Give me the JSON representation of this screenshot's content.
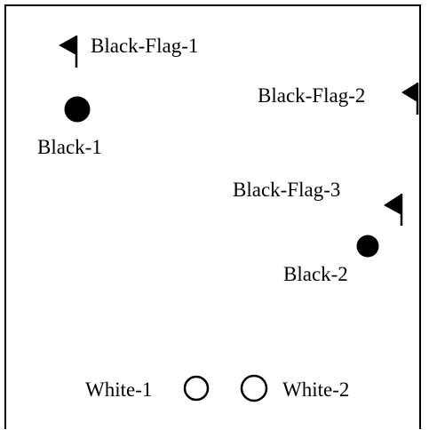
{
  "diagram": {
    "colors": {
      "ink": "#000000",
      "background": "#ffffff"
    },
    "items": [
      {
        "id": "black-flag-1",
        "kind": "flag",
        "direction": "left",
        "label": "Black-Flag-1"
      },
      {
        "id": "black-flag-2",
        "kind": "flag",
        "direction": "left",
        "label": "Black-Flag-2"
      },
      {
        "id": "black-flag-3",
        "kind": "flag",
        "direction": "left",
        "label": "Black-Flag-3"
      },
      {
        "id": "black-1",
        "kind": "dot",
        "fill": "black",
        "label": "Black-1"
      },
      {
        "id": "black-2",
        "kind": "dot",
        "fill": "black",
        "label": "Black-2"
      },
      {
        "id": "white-1",
        "kind": "circle",
        "fill": "white",
        "label": "White-1"
      },
      {
        "id": "white-2",
        "kind": "circle",
        "fill": "white",
        "label": "White-2"
      }
    ]
  }
}
